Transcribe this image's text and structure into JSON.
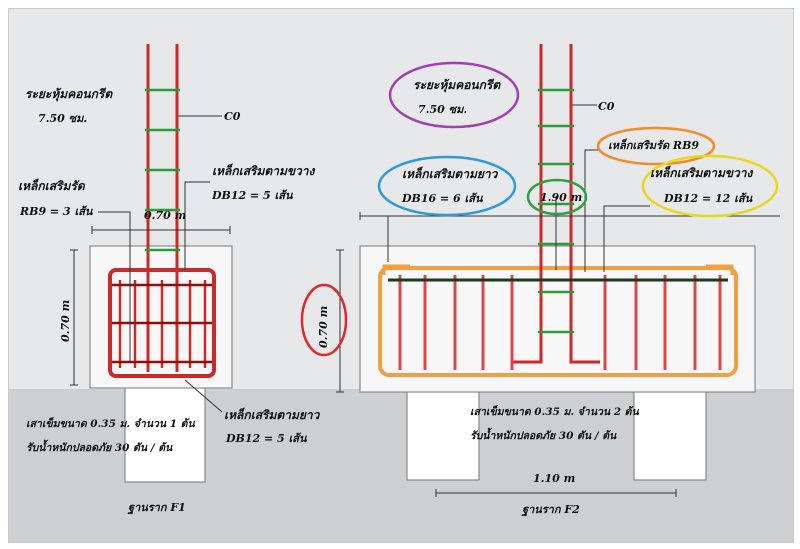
{
  "colors": {
    "rebar": "#cc2a2a",
    "rebar_dark": "#8a1010",
    "tie_green": "#2a9a3a",
    "concrete": "#f7f7f7",
    "pile": "#ffffff",
    "ground": "#cdcfd2",
    "background": "#e6e8ea",
    "highlight_purple": "#a040b0",
    "highlight_blue": "#2a9ad8",
    "highlight_green": "#2aa040",
    "highlight_orange": "#f08a2a",
    "highlight_yellow": "#e8d81a",
    "highlight_red": "#e02828",
    "bar_orange": "#f0a040"
  },
  "f1": {
    "cover_label": "ระยะหุ้มคอนกรีต",
    "cover_value": "7.50 ซม.",
    "column_label": "C0",
    "stirrup_label": "เหล็กเสริมรัด",
    "stirrup_value": "RB9 = 3 เส้น",
    "trans_label": "เหล็กเสริมตามขวาง",
    "trans_value": "DB12 = 5 เส้น",
    "width_dim": "0.70 m",
    "height_dim": "0.70 m",
    "pile_line1": "เสาเข็มขนาด 0.35 ม. จำนวน 1 ต้น",
    "pile_line2": "รับน้ำหนักปลอดภัย 30 ตัน / ต้น",
    "long_label": "เหล็กเสริมตามยาว",
    "long_value": "DB12 = 5 เส้น",
    "title": "ฐานราก F1"
  },
  "f2": {
    "cover_label": "ระยะหุ้มคอนกรีต",
    "cover_value": "7.50 ซม.",
    "column_label": "C0",
    "stirrup_label": "เหล็กเสริมรัด RB9",
    "long_label": "เหล็กเสริมตามยาว",
    "long_value": "DB16 = 6 เส้น",
    "width_dim": "1.90 m",
    "trans_label": "เหล็กเสริมตามขวาง",
    "trans_value": "DB12 = 12 เส้น",
    "height_dim": "0.70 m",
    "pile_line1": "เสาเข็มขนาด 0.35 ม. จำนวน 2 ต้น",
    "pile_line2": "รับน้ำหนักปลอดภัย 30 ตัน / ต้น",
    "pile_spacing": "1.10 m",
    "title": "ฐานราก F2"
  }
}
